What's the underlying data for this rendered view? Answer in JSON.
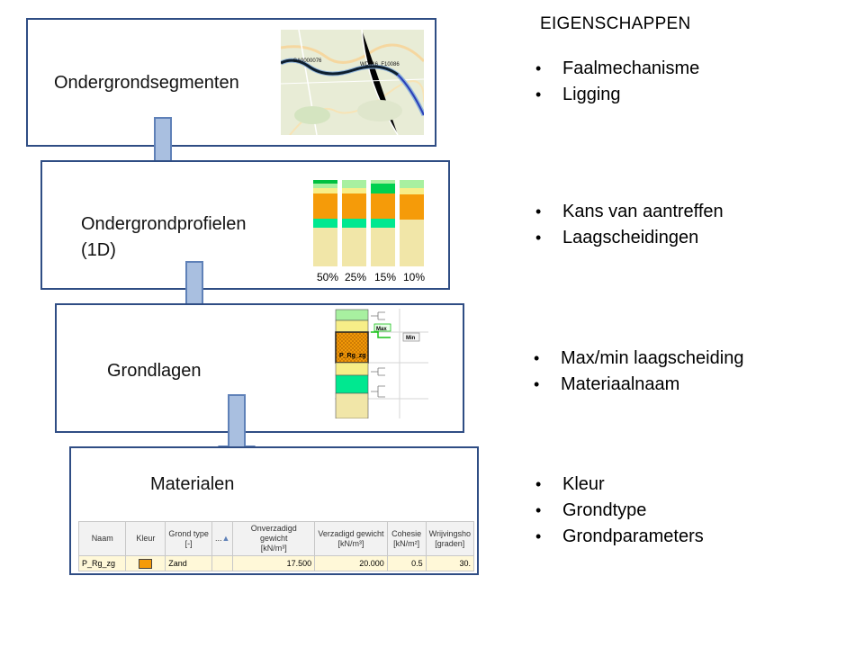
{
  "diagram": {
    "properties_title": "EIGENSCHAPPEN",
    "levels": [
      {
        "label": "Ondergrondsegmenten",
        "properties": [
          "Faalmechanisme",
          "Ligging"
        ],
        "thumbnail": {
          "type": "map",
          "labels": [
            "SA0000076",
            "WD316_F10086"
          ]
        }
      },
      {
        "label_line1": "Ondergrondprofielen",
        "label_line2": "(1D)",
        "properties": [
          "Kans van aantreffen",
          "Laagscheidingen"
        ],
        "thumbnail": {
          "type": "profile-columns",
          "percentages": [
            "50%",
            "25%",
            "15%",
            "10%"
          ]
        }
      },
      {
        "label": "Grondlagen",
        "properties": [
          "Max/min laagscheiding",
          "Materiaalnaam"
        ],
        "thumbnail": {
          "type": "layer-column",
          "layer_name": "P_Rg_zg",
          "max_label": "Max",
          "min_label": "Min"
        }
      },
      {
        "label": "Materialen",
        "properties": [
          "Kleur",
          "Grondtype",
          "Grondparameters"
        ],
        "thumbnail": {
          "type": "table",
          "headers": {
            "naam": "Naam",
            "kleur": "Kleur",
            "grond_type_1": "Grond type",
            "grond_type_2": "[-]",
            "dots": "...",
            "onverzadigd_1": "Onverzadigd gewicht",
            "onverzadigd_2": "[kN/m³]",
            "verzadigd_1": "Verzadigd gewicht",
            "verzadigd_2": "[kN/m³]",
            "cohesie_1": "Cohesie",
            "cohesie_2": "[kN/m²]",
            "wrijving_1": "Wrijvingsho",
            "wrijving_2": "[graden]"
          },
          "row": {
            "naam": "P_Rg_zg",
            "kleur": "#f59b09",
            "grond_type": "Zand",
            "onverzadigd": "17.500",
            "verzadigd": "20.000",
            "cohesie": "0.5",
            "wrijving": "30."
          }
        }
      }
    ],
    "colors": {
      "border": "#2f4d84",
      "arrow_fill": "#a9bfe0",
      "arrow_stroke": "#5f81b8"
    }
  }
}
